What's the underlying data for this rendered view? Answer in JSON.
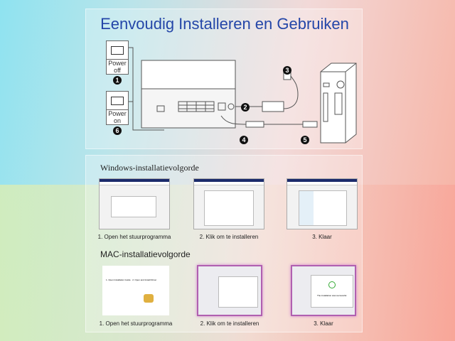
{
  "title": "Eenvoudig Installeren en Gebruiken",
  "switches": [
    {
      "label1": "Power",
      "label2": "off",
      "step": "1"
    },
    {
      "label1": "Power",
      "label2": "on",
      "step": "6"
    }
  ],
  "steps": [
    "2",
    "3",
    "4",
    "5"
  ],
  "windows": {
    "heading": "Windows-installatievolgorde",
    "captions": [
      "1. Open het stuurprogramma",
      "2. Klik om te installeren",
      "3. Klaar"
    ]
  },
  "mac": {
    "heading": "MAC-installatievolgorde",
    "captions": [
      "1. Open het stuurprogramma",
      "2. Klik om te installeren",
      "3. Klaar"
    ],
    "shot1": {
      "item1": "1. Open Installation Guide",
      "item2": "2. Open and Install Driver"
    },
    "shot3": {
      "message": "The installation was successful."
    }
  }
}
